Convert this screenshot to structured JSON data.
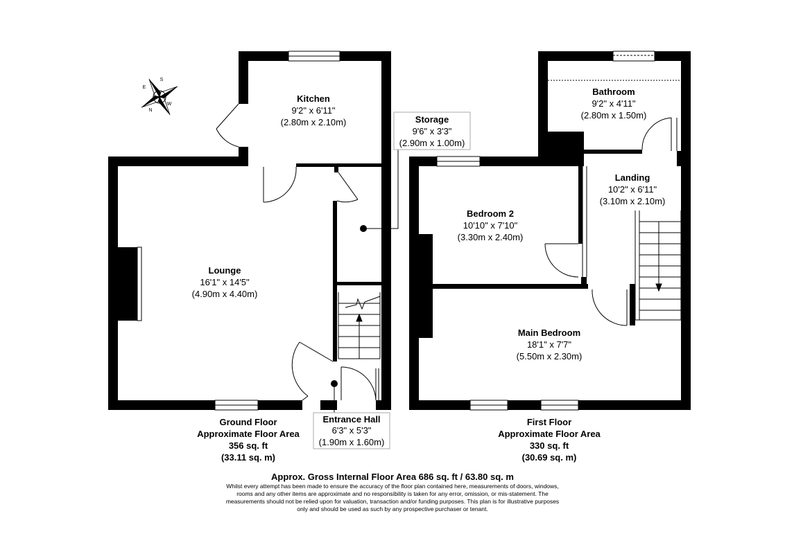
{
  "compass": {
    "n": "N",
    "s": "S",
    "e": "E",
    "w": "W"
  },
  "rooms": {
    "kitchen": {
      "name": "Kitchen",
      "dim_imperial": "9'2\" x 6'11\"",
      "dim_metric": "(2.80m x 2.10m)"
    },
    "storage": {
      "name": "Storage",
      "dim_imperial": "9'6\" x 3'3\"",
      "dim_metric": "(2.90m x 1.00m)"
    },
    "lounge": {
      "name": "Lounge",
      "dim_imperial": "16'1\" x 14'5\"",
      "dim_metric": "(4.90m x 4.40m)"
    },
    "entrance_hall": {
      "name": "Entrance Hall",
      "dim_imperial": "6'3\" x 5'3\"",
      "dim_metric": "(1.90m x 1.60m)"
    },
    "bathroom": {
      "name": "Bathroom",
      "dim_imperial": "9'2\" x 4'11\"",
      "dim_metric": "(2.80m x 1.50m)"
    },
    "landing": {
      "name": "Landing",
      "dim_imperial": "10'2\" x 6'11\"",
      "dim_metric": "(3.10m x 2.10m)"
    },
    "bedroom2": {
      "name": "Bedroom 2",
      "dim_imperial": "10'10\" x 7'10\"",
      "dim_metric": "(3.30m x 2.40m)"
    },
    "main_bedroom": {
      "name": "Main Bedroom",
      "dim_imperial": "18'1\" x 7'7\"",
      "dim_metric": "(5.50m x 2.30m)"
    }
  },
  "ground_floor": {
    "line1": "Ground Floor",
    "line2": "Approximate Floor Area",
    "line3": "356 sq. ft",
    "line4": "(33.11 sq. m)"
  },
  "first_floor": {
    "line1": "First Floor",
    "line2": "Approximate Floor Area",
    "line3": "330 sq. ft",
    "line4": "(30.69 sq. m)"
  },
  "gross_area": "Approx. Gross Internal Floor Area 686 sq. ft / 63.80 sq. m",
  "disclaimer": [
    "Whilst every attempt has been made to ensure the accuracy of the floor plan contained here, measurements of doors, windows,",
    "rooms and any other items are approximate and no responsibility is taken for any error, omission, or mis-statement. The",
    "measurements should not be relied upon for valuation, transaction and/or funding purposes. This plan is for illustrative purposes",
    "only and should be used as such by any prospective purchaser or tenant."
  ]
}
